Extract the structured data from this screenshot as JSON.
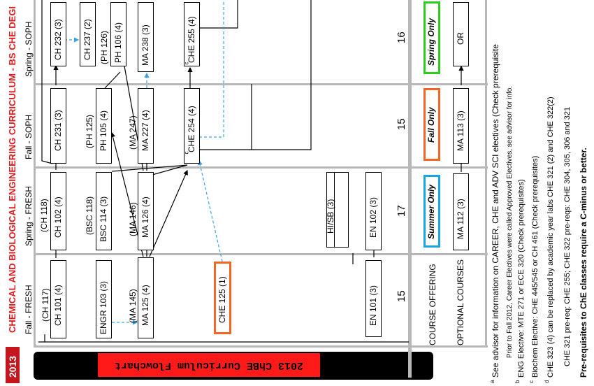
{
  "header": {
    "year": "2013",
    "title": "CHEMICAL AND BIOLOGICAL ENGINEERING CURRICULUM - BS CHE DEGI",
    "banner": "2013 ChBE  Curriculum Flowchart"
  },
  "terms": [
    "Fall - FRESH",
    "Spring - FRESH",
    "Fall - SOPH",
    "Spring - SOPH"
  ],
  "courses": {
    "fall_fresh": [
      "(CH 117)",
      "CH 101 (4)",
      "ENGR 103 (3)",
      "(MA 145)",
      "MA 125 (4)",
      "CHE 125 (1)",
      "EN 101 (3)"
    ],
    "spring_fresh": [
      "(CH 118)",
      "CH 102 (4)",
      "(BSC 118)",
      "BSC 114 (3)",
      "(MA 146)",
      "MA 126 (4)",
      "HI/SB (3)",
      "EN 102 (3)"
    ],
    "fall_soph": [
      "CH 231 (3)",
      "(PH 125)",
      "PH 105 (4)",
      "(MA 247)",
      "MA 227 (4)",
      "CHE 254 (4)",
      "MA 113 (3)"
    ],
    "spring_soph": [
      "CH 232 (3)",
      "CH 237 (2)",
      "(PH 126)",
      "PH 106 (4)",
      "MA 238 (3)",
      "CHE 255 (4)",
      "OR"
    ]
  },
  "superscripts": {
    "c": "c",
    "d": "d"
  },
  "credits": [
    "15",
    "17",
    "15",
    "16"
  ],
  "offering": {
    "label": "COURSE OFFERING",
    "summer": "Summer Only",
    "fall": "Fall Only",
    "spring": "Spring Only"
  },
  "optional_label": "OPTIONAL COURSES",
  "notes": [
    "See advisor for information on CAREER, CHE and ADV SCI electives (Check prerequisite",
    "Prior to Fall 2012, Career Electives were called Approved Electives, see advisor for info.",
    "ENG Elective: MTE 271 or ECE 320 (Check prerequisites)",
    "Biochem Elective: CHE 445/545 or CH 461 (Check prerequisites)",
    "CHE 323 (4) can be replaced by academic year labs CHE 321 (2) and CHE 322(2)",
    "CHE 321 pre-req: CHE 255; CHE 322 pre-reqs: CHE 304, 305, 306 and 321",
    "Pre-requisites to ChE classes require a C-minus or better."
  ],
  "note_marks": [
    "a",
    "b",
    "c",
    "d"
  ],
  "colors": {
    "title_red": "#e0191c",
    "banner_bg": "#000000",
    "banner_red": "#ff1a1a",
    "summer": "#19a6e0",
    "fall": "#f26522",
    "spring": "#2ecc1f",
    "dashed": "#3aa3e0"
  }
}
